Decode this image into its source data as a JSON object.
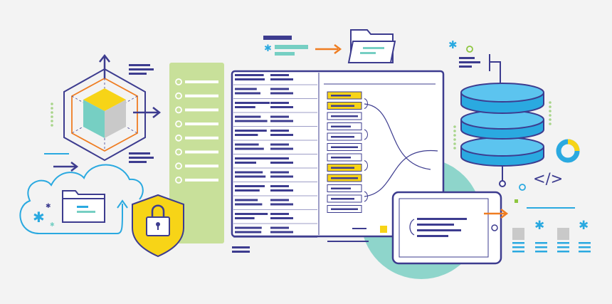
{
  "colors": {
    "background": "#f3f3f3",
    "navy": "#3d3c8f",
    "teal": "#76cfc3",
    "teal_light": "#8ed5cb",
    "cyan": "#2aa9e0",
    "cyan_light": "#5cc4ef",
    "green_panel": "#c8e09a",
    "green_dots": "#a8d58a",
    "yellow": "#f7d417",
    "orange": "#ef7d22",
    "grey": "#c9c9c9",
    "white": "#ffffff"
  },
  "icons": [
    "hexagon-cube-icon",
    "cloud-folder-icon",
    "shield-lock-icon",
    "folder-transfer-icon",
    "document-window-icon",
    "database-icon",
    "tablet-icon",
    "donut-chart-icon",
    "code-tag-icon",
    "asterisk-list-icon"
  ],
  "code_symbol": "</>",
  "checklist_rows": 8,
  "code_rows": 12,
  "highlighted_rows": [
    0,
    1,
    7
  ]
}
